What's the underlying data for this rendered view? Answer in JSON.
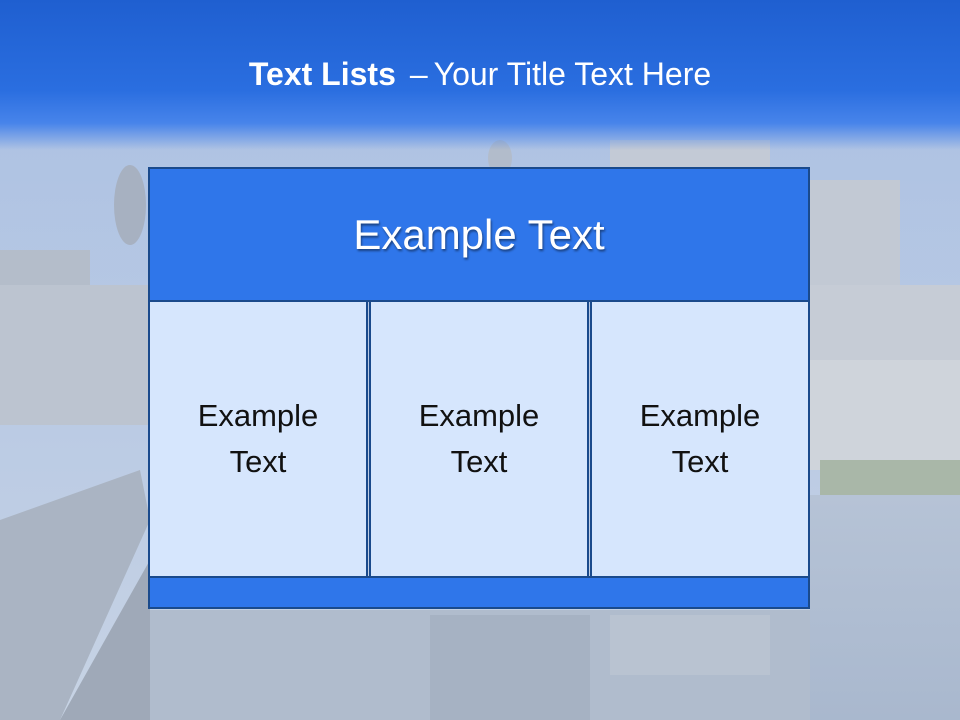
{
  "slide": {
    "title_bold": "Text Lists",
    "title_separator": "–",
    "title_rest": "Your Title Text Here"
  },
  "diagram": {
    "header_text": "Example Text",
    "cells": [
      {
        "text": "Example Text"
      },
      {
        "text": "Example Text"
      },
      {
        "text": "Example Text"
      }
    ]
  },
  "colors": {
    "header_band": "#1f5fd0",
    "box_blue": "#2f76ea",
    "cell_fill": "#d6e6fd",
    "border": "#1a4a8c"
  }
}
